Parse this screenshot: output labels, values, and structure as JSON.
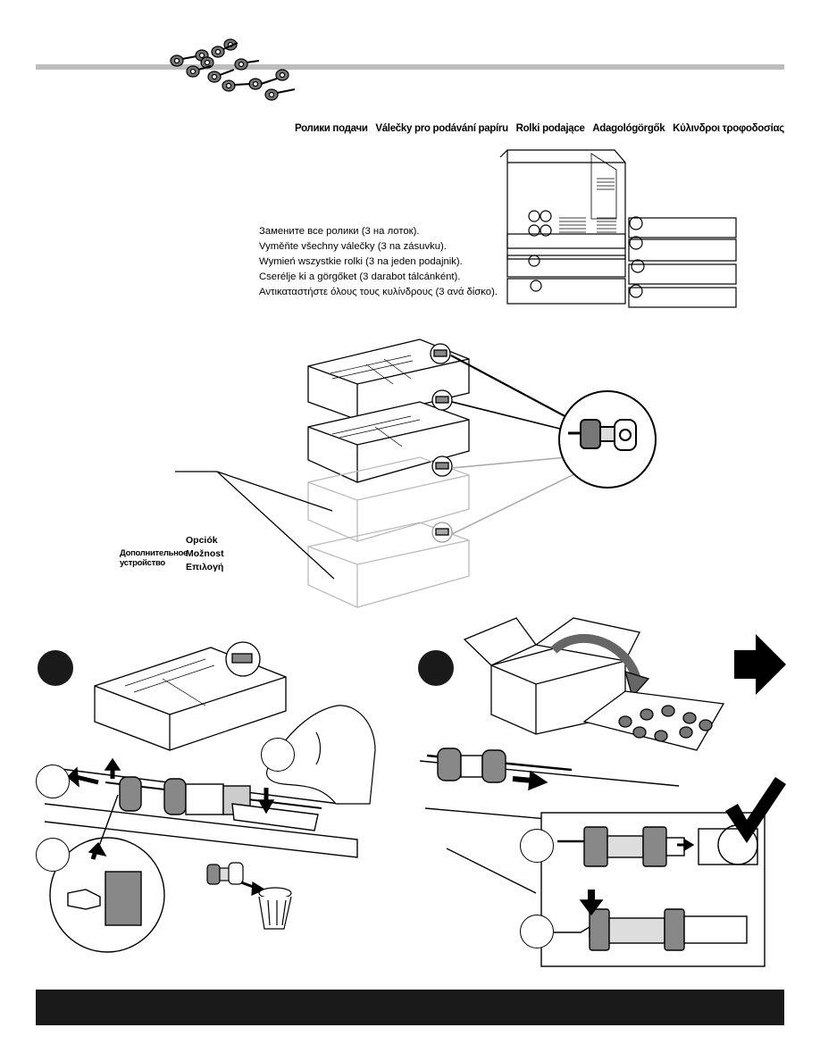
{
  "titles": [
    "Ролики подачи",
    "Válečky pro podávání papíru",
    "Rolki podające",
    "Adagológörgők",
    "Κύλινδροι τροφοδοσίας"
  ],
  "instructions": [
    "Замените все ролики (3 на лоток).",
    "Vyměňte všechny válečky (3 na zásuvku).",
    "Wymień wszystkie rolki (3 na jeden podajnik).",
    "Cserélje ki a görgőket (3 darabot tálcánként).",
    "Αντικαταστήστε όλους τους κυλίνδρους (3 ανά δίσκο)."
  ],
  "option_label_ru": [
    "Дополнительное",
    "устройство"
  ],
  "option_labels": [
    "Opciók",
    "Možnost",
    "Επιλογή"
  ],
  "icons": [
    "feed-rollers-icon",
    "printer-diagram",
    "tray-stack-illustration",
    "roller-magnifier-icon",
    "box-unpacking-icon",
    "next-arrow-icon",
    "finger-press-icon",
    "trash-bin-icon",
    "checkmark-icon"
  ],
  "colors": {
    "rule": "#bdbdbd",
    "footer": "#1a1a1a",
    "step_circle": "#1a1a1a",
    "roller_tire": "#888888"
  }
}
